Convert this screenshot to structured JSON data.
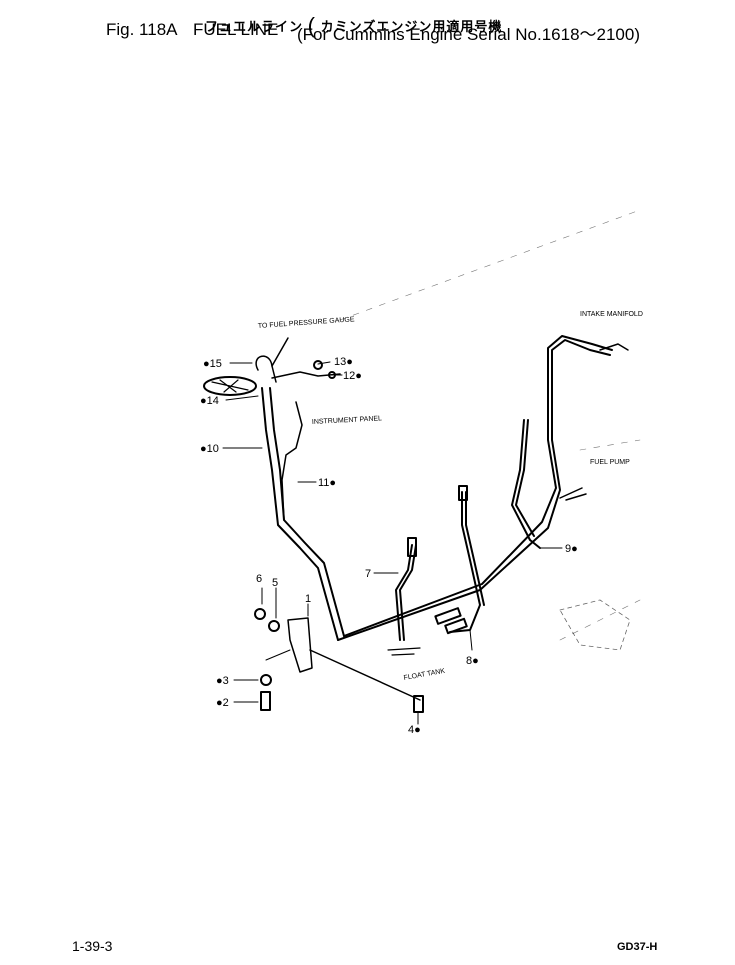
{
  "header": {
    "japanese_title": "フュエルライン",
    "japanese_subtitle": "カミンズエンジン用適用号機",
    "figure_number": "Fig. 118A",
    "title": "FUEL LINE",
    "subtitle": "For Cummins Engine Serial No.1618～2100"
  },
  "annotations": {
    "fuel_pressure_gauge": "TO FUEL PRESSURE GAUGE",
    "instrument_panel": "INSTRUMENT PANEL",
    "float_tank": "FLOAT TANK",
    "intake_manifold": "INTAKE MANIFOLD",
    "fuel_pump": "FUEL PUMP"
  },
  "parts": [
    {
      "ref": "15",
      "label": "●15"
    },
    {
      "ref": "13",
      "label": "13●"
    },
    {
      "ref": "12",
      "label": "12●"
    },
    {
      "ref": "14",
      "label": "●14"
    },
    {
      "ref": "10",
      "label": "●10"
    },
    {
      "ref": "11",
      "label": "11●"
    },
    {
      "ref": "9",
      "label": "9●"
    },
    {
      "ref": "7",
      "label": "7"
    },
    {
      "ref": "8",
      "label": "8●"
    },
    {
      "ref": "6",
      "label": "6"
    },
    {
      "ref": "5",
      "label": "5"
    },
    {
      "ref": "1",
      "label": "1"
    },
    {
      "ref": "3",
      "label": "●3"
    },
    {
      "ref": "2",
      "label": "●2"
    },
    {
      "ref": "4",
      "label": "4●"
    }
  ],
  "footer": {
    "page_number": "1-39-3",
    "model_code": "GD37-H"
  }
}
